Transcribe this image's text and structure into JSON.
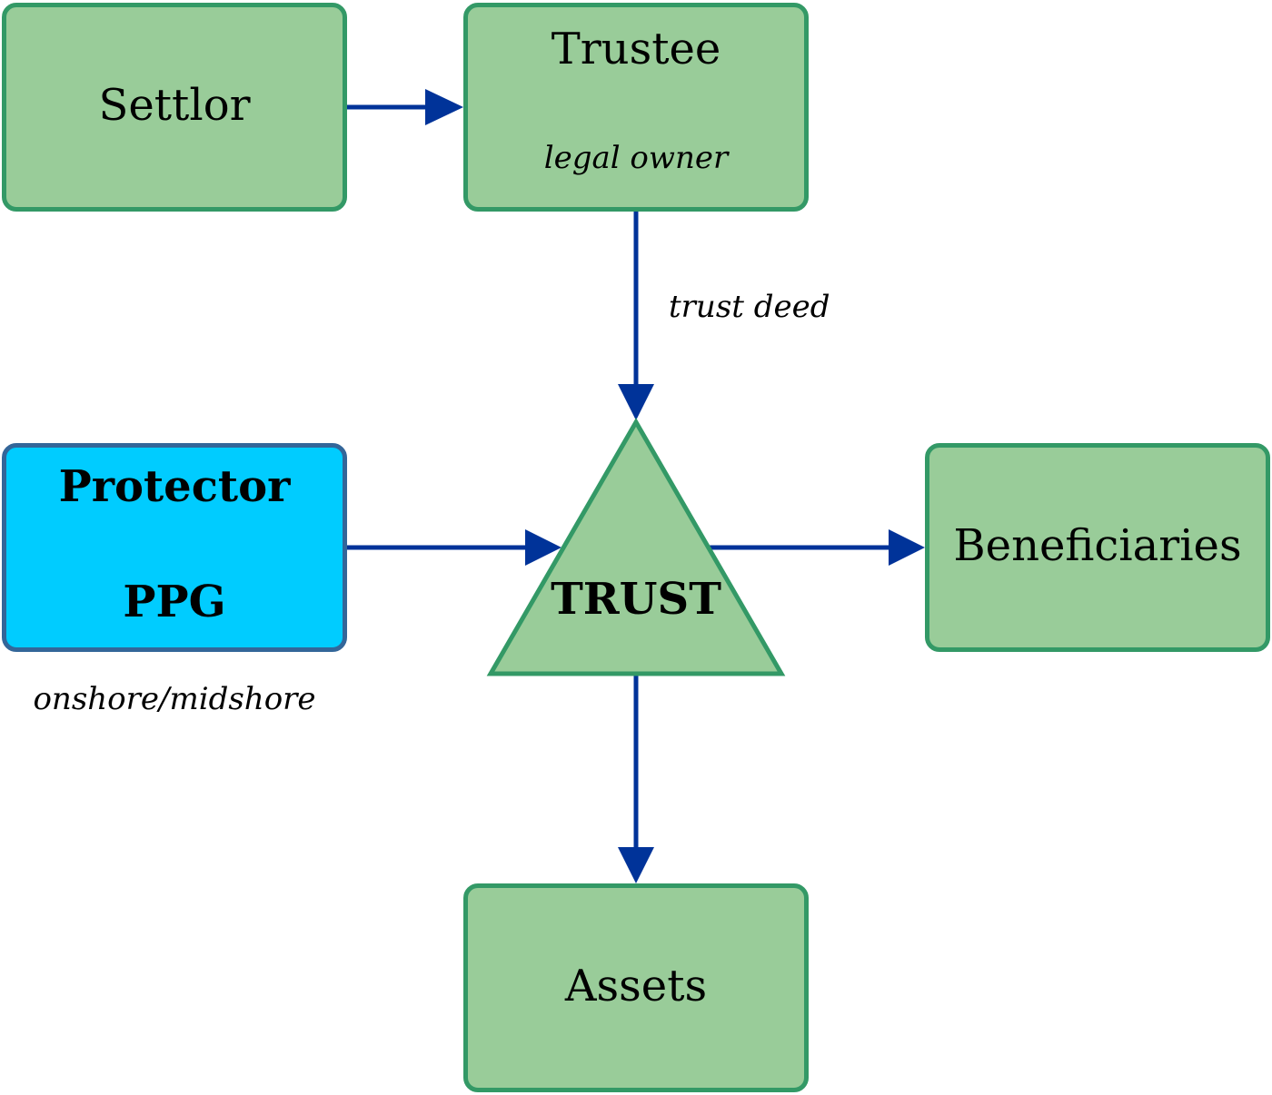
{
  "diagram": {
    "nodes": {
      "settlor": {
        "label": "Settlor"
      },
      "trustee": {
        "label": "Trustee",
        "sublabel": "legal owner"
      },
      "protector": {
        "label": "Protector",
        "sublabel": "PPG",
        "note": "onshore/midshore"
      },
      "trust": {
        "label": "TRUST"
      },
      "beneficiaries": {
        "label": "Beneficiaries"
      },
      "assets": {
        "label": "Assets"
      }
    },
    "edges": [
      {
        "from": "settlor",
        "to": "trustee",
        "label": ""
      },
      {
        "from": "trustee",
        "to": "trust",
        "label": "trust deed"
      },
      {
        "from": "protector",
        "to": "trust",
        "label": ""
      },
      {
        "from": "trust",
        "to": "beneficiaries",
        "label": ""
      },
      {
        "from": "trust",
        "to": "assets",
        "label": ""
      }
    ],
    "colors": {
      "node_fill": "#99cc99",
      "node_border": "#339966",
      "protector_fill": "#00ccff",
      "protector_border": "#336699",
      "arrow": "#003399"
    }
  }
}
